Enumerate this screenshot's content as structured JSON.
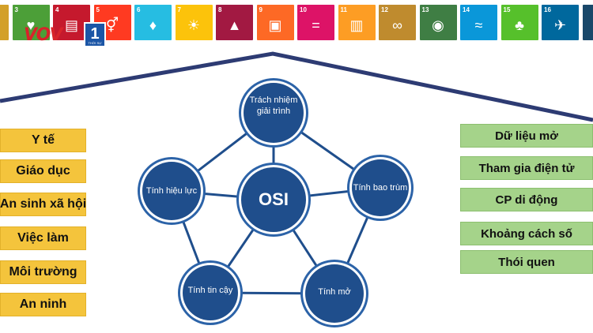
{
  "sdg_strip": {
    "tiles": [
      {
        "num": "",
        "color": "#d3a029",
        "icon": "tile-icon"
      },
      {
        "num": "3",
        "color": "#4c9f38",
        "icon": "heartbeat-icon"
      },
      {
        "num": "4",
        "color": "#c5192d",
        "icon": "book-icon"
      },
      {
        "num": "5",
        "color": "#ff3a21",
        "icon": "gender-icon"
      },
      {
        "num": "6",
        "color": "#26bde2",
        "icon": "water-drop-icon"
      },
      {
        "num": "7",
        "color": "#fcc30b",
        "icon": "sun-icon"
      },
      {
        "num": "8",
        "color": "#a21942",
        "icon": "growth-chart-icon"
      },
      {
        "num": "9",
        "color": "#fd6925",
        "icon": "cubes-icon"
      },
      {
        "num": "10",
        "color": "#dd1367",
        "icon": "equality-icon"
      },
      {
        "num": "11",
        "color": "#fd9d24",
        "icon": "city-icon"
      },
      {
        "num": "12",
        "color": "#bf8b2e",
        "icon": "infinity-icon"
      },
      {
        "num": "13",
        "color": "#3f7e44",
        "icon": "eye-globe-icon"
      },
      {
        "num": "14",
        "color": "#0a97d9",
        "icon": "fish-icon"
      },
      {
        "num": "15",
        "color": "#56c02b",
        "icon": "tree-icon"
      },
      {
        "num": "16",
        "color": "#00689d",
        "icon": "dove-icon"
      },
      {
        "num": "",
        "color": "#19486a",
        "icon": "partnership-icon"
      }
    ]
  },
  "logo": {
    "brand": "VOV",
    "channel": "1",
    "subtitle": "THỜI SỰ"
  },
  "left_items": [
    "Y tế",
    "Giáo dục",
    "An sinh xã hội",
    "Việc làm",
    "Môi trường",
    "An ninh"
  ],
  "right_items": [
    "Dữ liệu mở",
    "Tham gia điện tử",
    "CP di động",
    "Khoảng cách số",
    "Thói quen"
  ],
  "center": {
    "label": "OSI"
  },
  "nodes": [
    {
      "label": "Trách nhiệm giải trình"
    },
    {
      "label": "Tính bao trùm"
    },
    {
      "label": "Tính mở"
    },
    {
      "label": "Tính tin cậy"
    },
    {
      "label": "Tính hiệu lực"
    }
  ],
  "colors": {
    "node_fill": "#1f4e8c",
    "node_ring": "#ffffff",
    "node_outer_ring": "#2c63a8",
    "roof_line": "#2d3b73",
    "left_fill": "#f4c43c",
    "right_fill": "#a5d38a"
  }
}
